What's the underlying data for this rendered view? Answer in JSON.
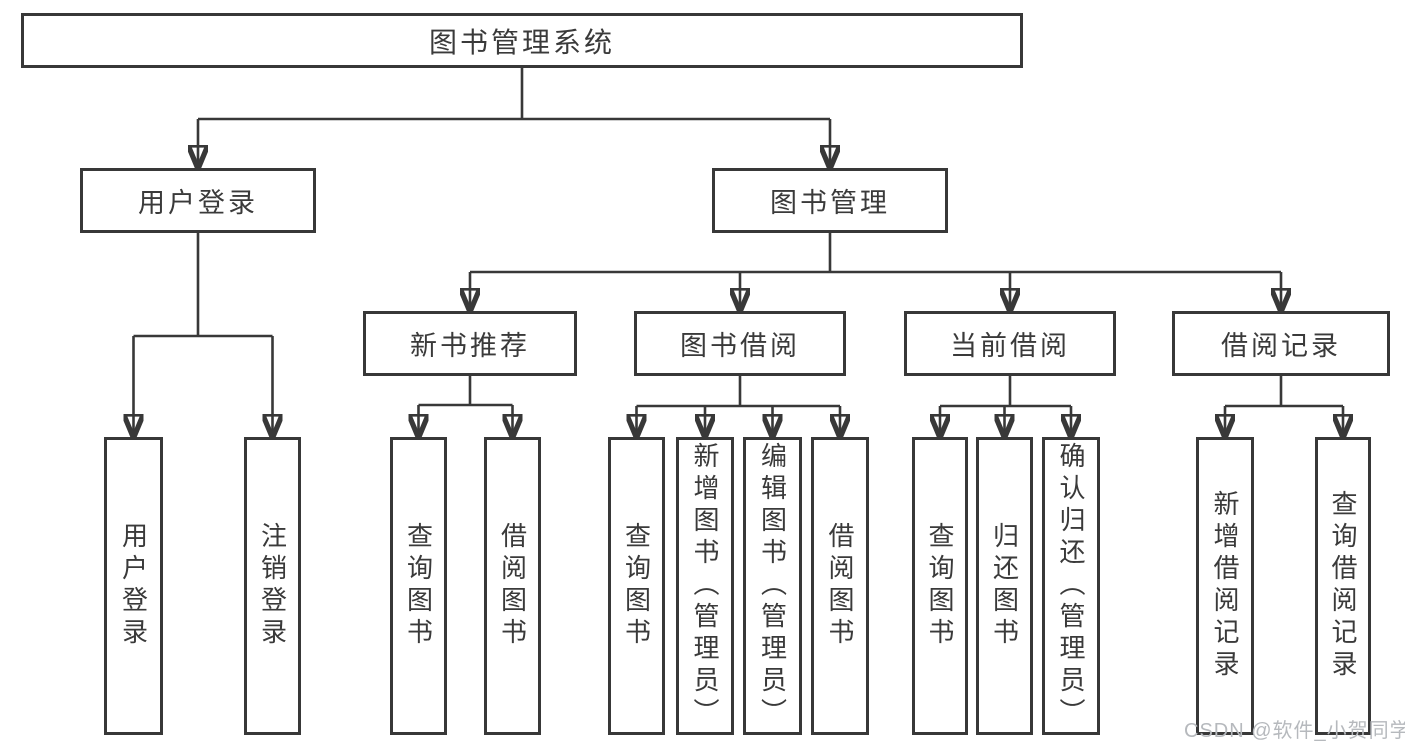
{
  "tree": {
    "root": {
      "label": "图书管理系统"
    },
    "user_login": {
      "label": "用户登录",
      "children": [
        "用户登录",
        "注销登录"
      ]
    },
    "book_management": {
      "label": "图书管理",
      "modules": {
        "new_book": {
          "label": "新书推荐",
          "children": [
            "查询图书",
            "借阅图书"
          ]
        },
        "book_borrow": {
          "label": "图书借阅",
          "children": [
            "查询图书",
            "新增图书（管理员）",
            "编辑图书（管理员）",
            "借阅图书"
          ]
        },
        "current_borrow": {
          "label": "当前借阅",
          "children": [
            "查询图书",
            "归还图书",
            "确认归还（管理员）"
          ]
        },
        "borrow_records": {
          "label": "借阅记录",
          "children": [
            "新增借阅记录",
            "查询借阅记录"
          ]
        }
      }
    }
  },
  "watermark": {
    "text": "CSDN @软件_小贺同学"
  },
  "colors": {
    "line": "#383838",
    "node_border": "#383838",
    "text": "#3a3a3a",
    "watermark": "#b6b9bd",
    "background": "#ffffff"
  }
}
